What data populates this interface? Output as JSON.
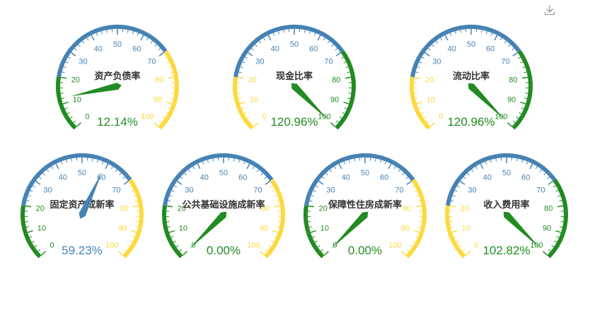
{
  "toolbar": {
    "download_icon": "download-icon"
  },
  "colors": {
    "green": "#228b22",
    "yellow": "#fdd93f",
    "blue": "#4682b4",
    "title": "#333333"
  },
  "chart_data": [
    {
      "type": "gauge",
      "title": "资产负债率",
      "value": 12.14,
      "value_label": "12.14%",
      "min": 0,
      "max": 100,
      "axis_bands": [
        {
          "to": 20,
          "color": "green"
        },
        {
          "to": 70,
          "color": "blue"
        },
        {
          "to": 100,
          "color": "yellow"
        }
      ]
    },
    {
      "type": "gauge",
      "title": "现金比率",
      "value": 120.96,
      "value_label": "120.96%",
      "min": 0,
      "max": 100,
      "axis_bands": [
        {
          "to": 20,
          "color": "yellow"
        },
        {
          "to": 70,
          "color": "blue"
        },
        {
          "to": 100,
          "color": "green"
        }
      ]
    },
    {
      "type": "gauge",
      "title": "流动比率",
      "value": 120.96,
      "value_label": "120.96%",
      "min": 0,
      "max": 100,
      "axis_bands": [
        {
          "to": 20,
          "color": "yellow"
        },
        {
          "to": 70,
          "color": "blue"
        },
        {
          "to": 100,
          "color": "green"
        }
      ]
    },
    {
      "type": "gauge",
      "title": "固定资产成新率",
      "value": 59.23,
      "value_label": "59.23%",
      "min": 0,
      "max": 100,
      "axis_bands": [
        {
          "to": 20,
          "color": "green"
        },
        {
          "to": 70,
          "color": "blue"
        },
        {
          "to": 100,
          "color": "yellow"
        }
      ]
    },
    {
      "type": "gauge",
      "title": "公共基础设施成新率",
      "value": 0,
      "value_label": "0.00%",
      "min": 0,
      "max": 100,
      "axis_bands": [
        {
          "to": 20,
          "color": "green"
        },
        {
          "to": 70,
          "color": "blue"
        },
        {
          "to": 100,
          "color": "yellow"
        }
      ]
    },
    {
      "type": "gauge",
      "title": "保障性住房成新率",
      "value": 0,
      "value_label": "0.00%",
      "min": 0,
      "max": 100,
      "axis_bands": [
        {
          "to": 20,
          "color": "green"
        },
        {
          "to": 70,
          "color": "blue"
        },
        {
          "to": 100,
          "color": "yellow"
        }
      ]
    },
    {
      "type": "gauge",
      "title": "收入费用率",
      "value": 102.82,
      "value_label": "102.82%",
      "min": 0,
      "max": 100,
      "axis_bands": [
        {
          "to": 20,
          "color": "yellow"
        },
        {
          "to": 70,
          "color": "blue"
        },
        {
          "to": 100,
          "color": "green"
        }
      ]
    }
  ]
}
